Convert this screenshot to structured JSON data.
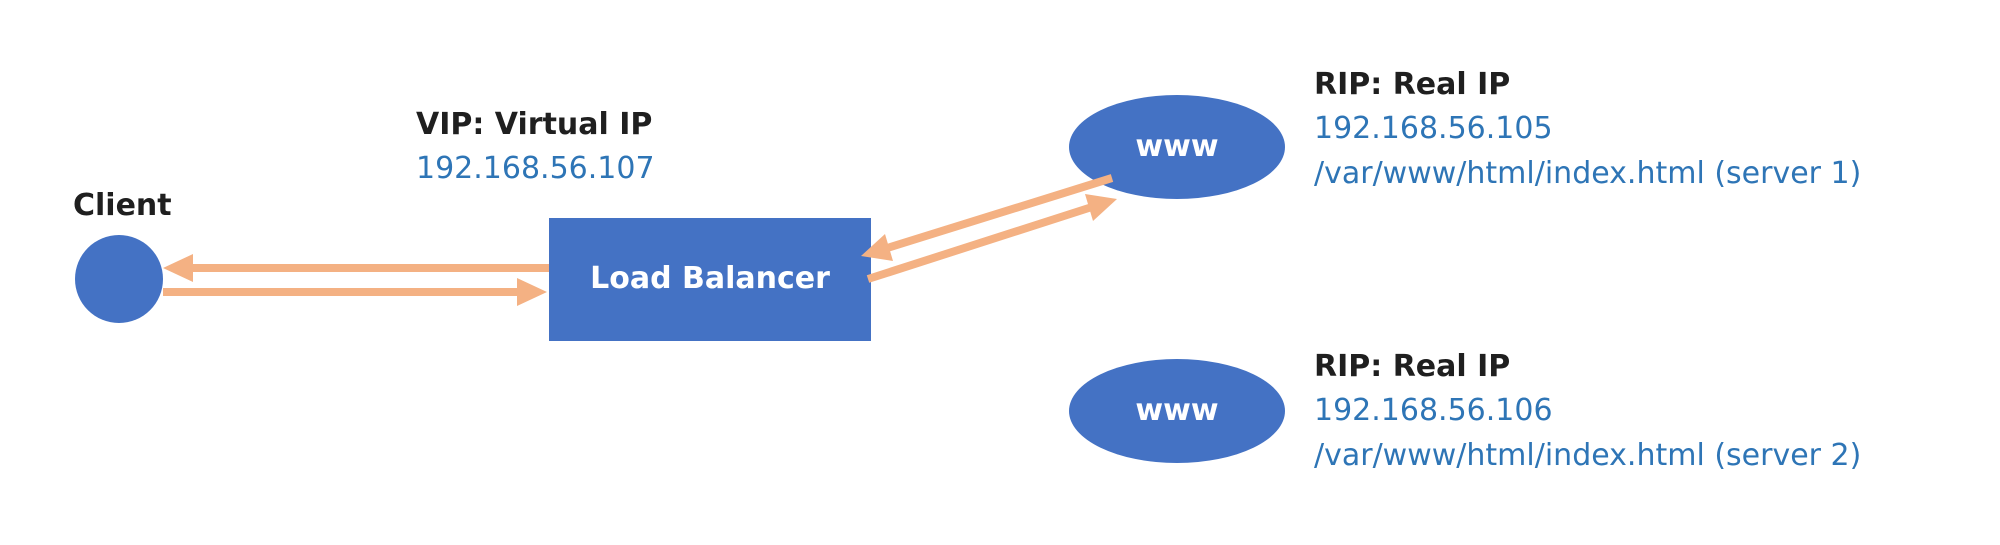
{
  "colors": {
    "node_fill": "#4472c4",
    "arrow": "#f4b183",
    "ip_text": "#2e75b6",
    "heading_text": "#1f1f1f",
    "node_text": "#ffffff"
  },
  "client": {
    "label": "Client"
  },
  "load_balancer": {
    "label": "Load Balancer",
    "heading": "VIP: Virtual IP",
    "ip": "192.168.56.107"
  },
  "servers": [
    {
      "label": "www",
      "heading": "RIP: Real IP",
      "ip": "192.168.56.105",
      "path": "/var/www/html/index.html (server 1)"
    },
    {
      "label": "www",
      "heading": "RIP: Real IP",
      "ip": "192.168.56.106",
      "path": "/var/www/html/index.html (server 2)"
    }
  ]
}
